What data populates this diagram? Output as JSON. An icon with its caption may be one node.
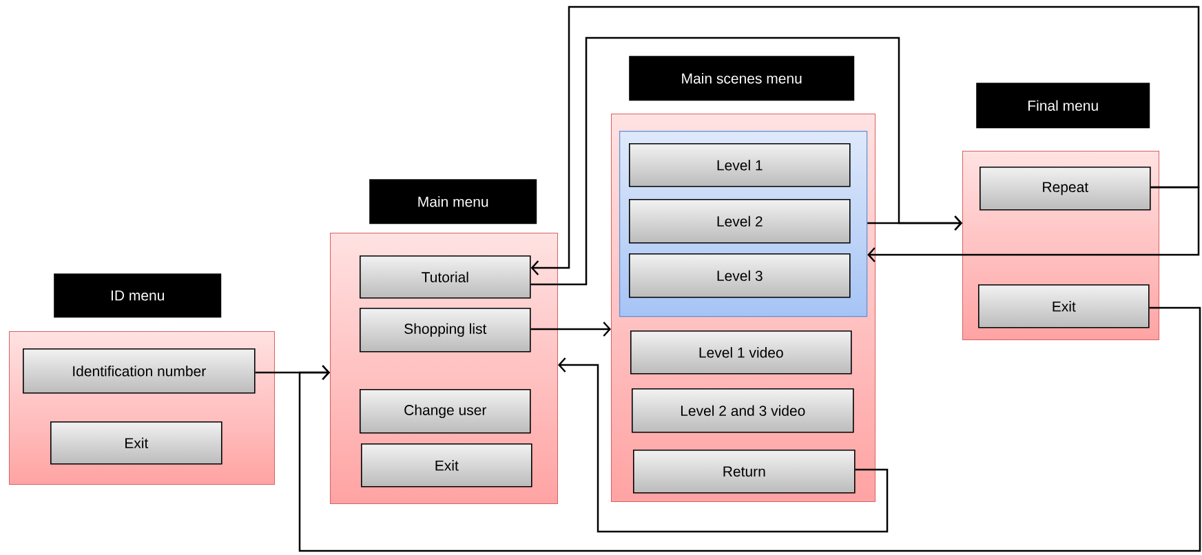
{
  "diagram": {
    "nodes": [
      {
        "text": [
          "ID menu"
        ]
      },
      {
        "text": [
          "Identification number"
        ],
        "in": 0
      },
      {
        "text": [
          "Exit"
        ],
        "in": 0
      },
      {
        "text": [
          "Main menu"
        ]
      },
      {
        "text": [
          "Tutorial"
        ],
        "in": 3
      },
      {
        "text": [
          "Shopping list"
        ],
        "in": 3
      },
      {
        "text": [
          "Change user"
        ],
        "in": 3
      },
      {
        "text": [
          "Exit"
        ],
        "in": 3
      },
      {
        "text": [
          "Main scenes menu"
        ]
      },
      {
        "text": [],
        "shape": "box",
        "in": 8
      },
      {
        "text": [
          "Level 1"
        ],
        "in": 9
      },
      {
        "text": [
          "Level 2"
        ],
        "in": 9
      },
      {
        "text": [
          "Level 3"
        ],
        "in": 9
      },
      {
        "text": [
          "Level 1 video"
        ],
        "in": 8
      },
      {
        "text": [
          "Level 2 and 3 video"
        ],
        "in": 8
      },
      {
        "text": [
          "Return"
        ],
        "in": 8
      },
      {
        "text": [
          "Final menu"
        ]
      },
      {
        "text": [
          "Repeat"
        ],
        "in": 16
      },
      {
        "text": [
          "Exit"
        ],
        "in": 16
      }
    ],
    "edges": [
      {
        "from": 1,
        "to": 3,
        "arrow": "to"
      },
      {
        "from": 5,
        "to": 8,
        "arrow": "to"
      },
      {
        "from": 15,
        "to": 3,
        "arrow": "to"
      },
      {
        "from": 4,
        "to": 16,
        "arrow": "to"
      },
      {
        "from": 9,
        "to": 16,
        "arrow": "to"
      },
      {
        "from": 17,
        "to": 9,
        "arrow": "to"
      },
      {
        "from": 17,
        "to": 4,
        "arrow": "to"
      },
      {
        "from": 18,
        "to": 3,
        "arrow": "to"
      }
    ]
  }
}
